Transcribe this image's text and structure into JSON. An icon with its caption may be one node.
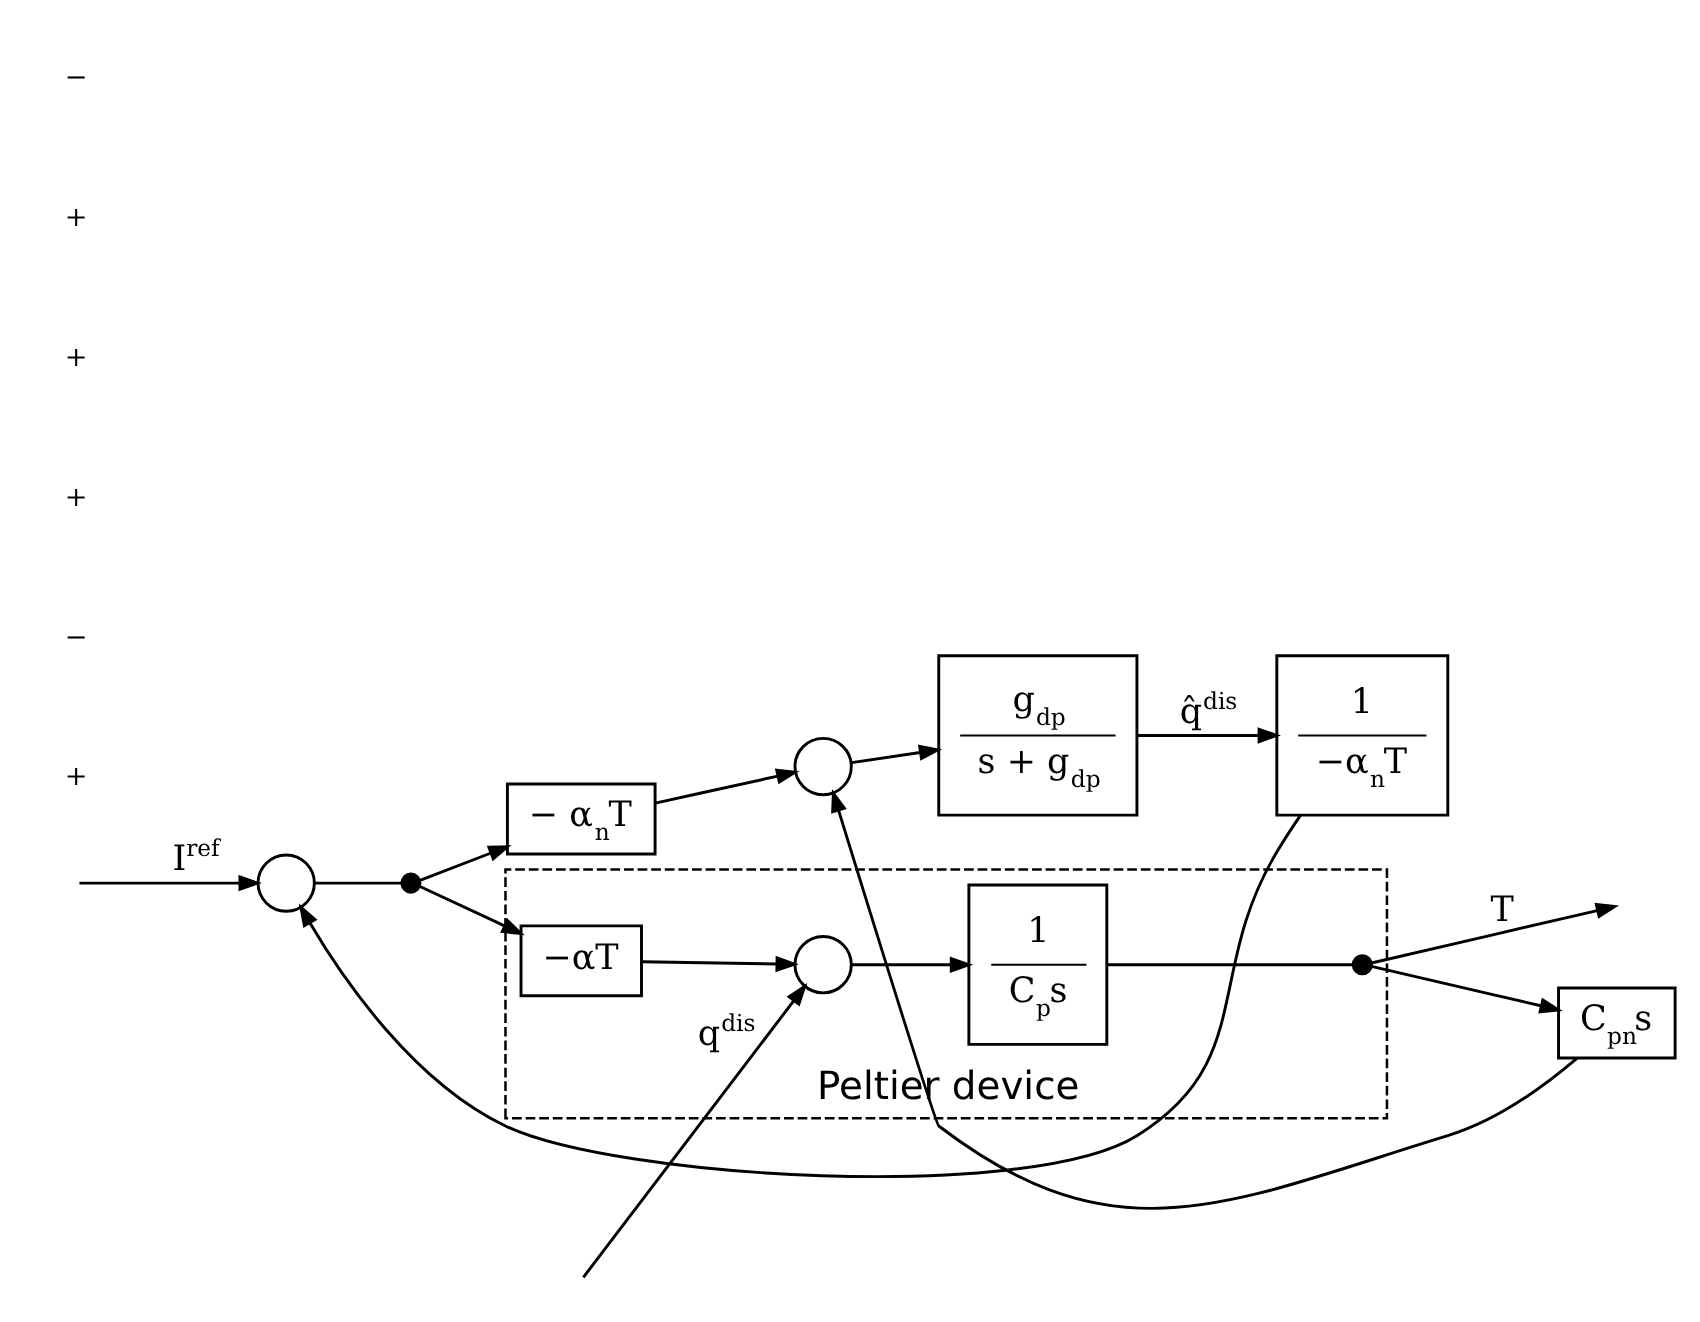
{
  "diagram": {
    "nodes": [
      {
        "text": [
          "Peltier device"
        ]
      },
      {
        "text": [],
        "shape": "circle"
      },
      {
        "text": [],
        "shape": "dot"
      },
      {
        "text": [
          "−αT"
        ],
        "in": 0
      },
      {
        "text": [],
        "shape": "circle",
        "in": 0
      },
      {
        "text": [
          "1",
          "C$_{p}$s"
        ],
        "in": 0
      },
      {
        "text": [],
        "shape": "dot",
        "in": 0
      },
      {
        "text": [
          "− α$_{n}$T"
        ]
      },
      {
        "text": [],
        "shape": "circle"
      },
      {
        "text": [
          "C$_{pn}$s"
        ]
      },
      {
        "text": [
          "g$_{dp}$",
          "s + g$_{dp}$"
        ]
      },
      {
        "text": [
          "1",
          "−α$_{n}$T"
        ]
      }
    ],
    "edges": [
      {
        "from": null,
        "to": 1,
        "arrow": "to",
        "label": "I$^{ref}$"
      },
      {
        "from": 1,
        "to": 2,
        "arrow": "none"
      },
      {
        "from": 2,
        "to": 3,
        "arrow": "to"
      },
      {
        "from": 3,
        "to": 4,
        "arrow": "to"
      },
      {
        "from": null,
        "to": 4,
        "arrow": "to",
        "label": "q$^{dis}$"
      },
      {
        "from": 4,
        "to": 5,
        "arrow": "to"
      },
      {
        "from": 5,
        "to": 6,
        "arrow": "none"
      },
      {
        "from": 6,
        "to": null,
        "arrow": "to",
        "label": "T"
      },
      {
        "from": 2,
        "to": 7,
        "arrow": "to"
      },
      {
        "from": 7,
        "to": 8,
        "arrow": "to"
      },
      {
        "from": 6,
        "to": 9,
        "arrow": "to"
      },
      {
        "from": 9,
        "to": 8,
        "arrow": "to"
      },
      {
        "from": 8,
        "to": 10,
        "arrow": "to"
      },
      {
        "from": 10,
        "to": 11,
        "arrow": "to",
        "label": "q̂$^{dis}$"
      },
      {
        "from": 11,
        "to": 1,
        "arrow": "to"
      }
    ],
    "labels": [
      "+",
      "−",
      "+",
      "+",
      "+",
      "−"
    ]
  }
}
